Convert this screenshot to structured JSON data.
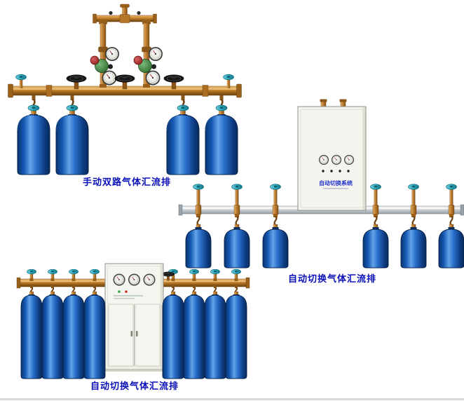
{
  "page": {
    "background": "#ffffff"
  },
  "products": {
    "manual_dual": {
      "caption": "手动双路气体汇流排",
      "cylinder_count": 4
    },
    "auto_switch_wall": {
      "caption": "自动切换气体汇流排",
      "cabinet_label": "自动切换系统",
      "cylinder_count": 6
    },
    "auto_switch_floor": {
      "caption": "自动切换气体汇流排",
      "cylinder_count": 8
    }
  },
  "colors": {
    "caption_text": "#0a10b8",
    "cylinder_blue": "#1a5cb8",
    "brass_pipe": "#c9862f",
    "silver_pipe": "#ccd3d8",
    "teal_valve": "#2da4b8",
    "cabinet_body": "#f4f4ef"
  }
}
